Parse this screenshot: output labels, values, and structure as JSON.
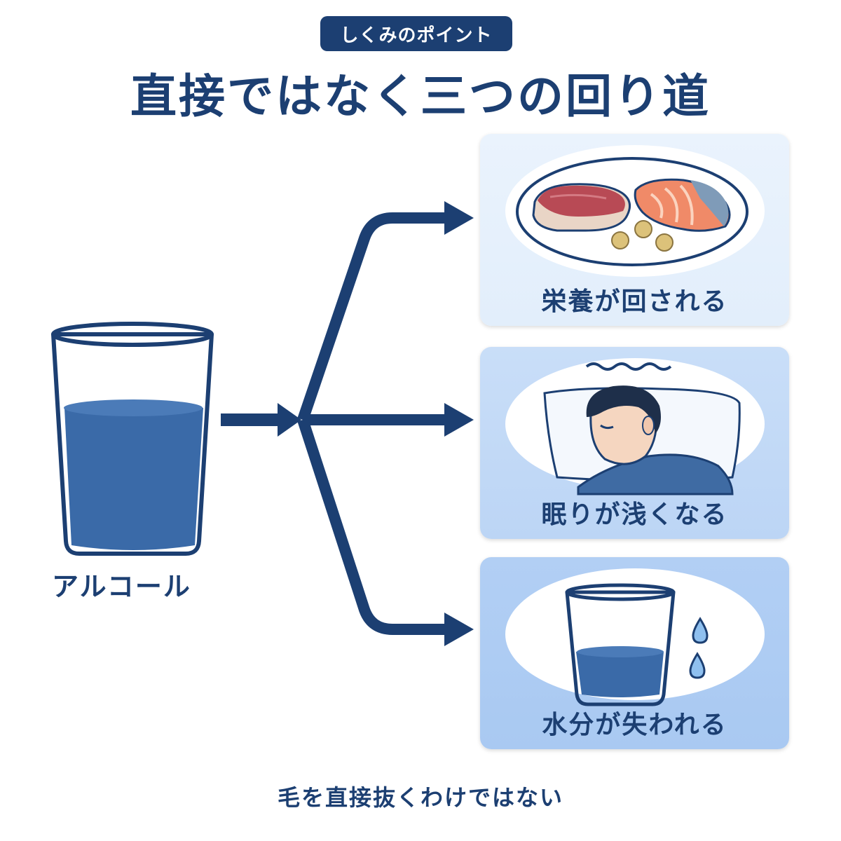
{
  "header": {
    "badge": "しくみのポイント",
    "title": "直接ではなく三つの回り道"
  },
  "source": {
    "label": "アルコール",
    "icon": "glass-of-alcohol-icon"
  },
  "branches": [
    {
      "label": "栄養が回される",
      "icon": "plate-of-food-icon"
    },
    {
      "label": "眠りが浅くなる",
      "icon": "sleeping-man-icon"
    },
    {
      "label": "水分が失われる",
      "icon": "water-glass-drops-icon"
    }
  ],
  "footer": "毛を直接抜くわけではない",
  "colors": {
    "navy": "#1c3f72",
    "liquid": "#3a6aa8",
    "card1_bg": "#eaf3fd",
    "card2_bg": "#c9def8",
    "card3_bg": "#b2cff4"
  }
}
